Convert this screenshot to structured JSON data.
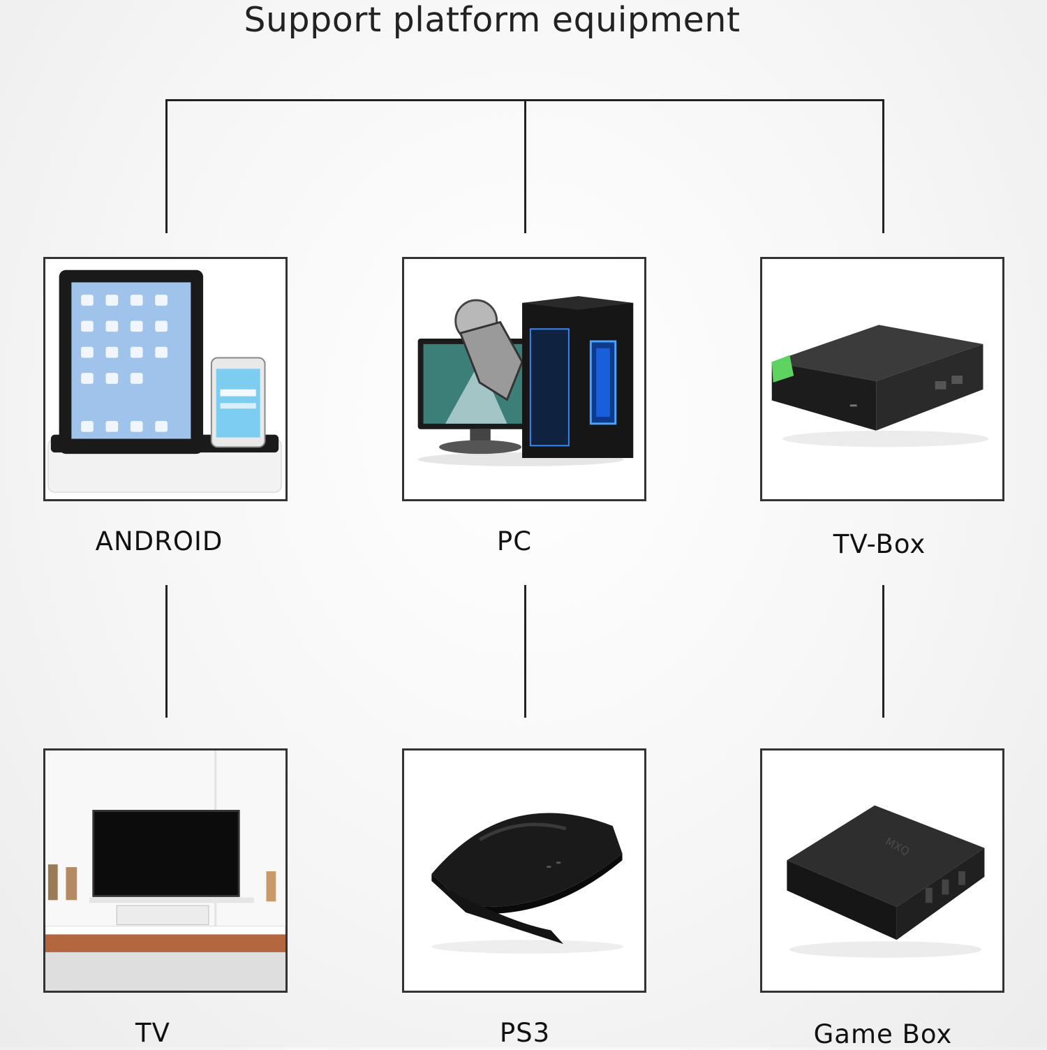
{
  "title": "Support platform equipment",
  "devices": [
    {
      "label": "ANDROID",
      "icon": "tablet-phone-dock-icon"
    },
    {
      "label": "PC",
      "icon": "desktop-computer-icon"
    },
    {
      "label": "TV-Box",
      "icon": "tv-box-icon"
    },
    {
      "label": "TV",
      "icon": "television-icon"
    },
    {
      "label": "PS3",
      "icon": "ps3-console-icon"
    },
    {
      "label": "Game Box",
      "icon": "game-box-icon"
    }
  ],
  "colors": {
    "line": "#222222",
    "frame": "#333333",
    "device": "#1c1c1c",
    "accent_green": "#5fd35f"
  }
}
